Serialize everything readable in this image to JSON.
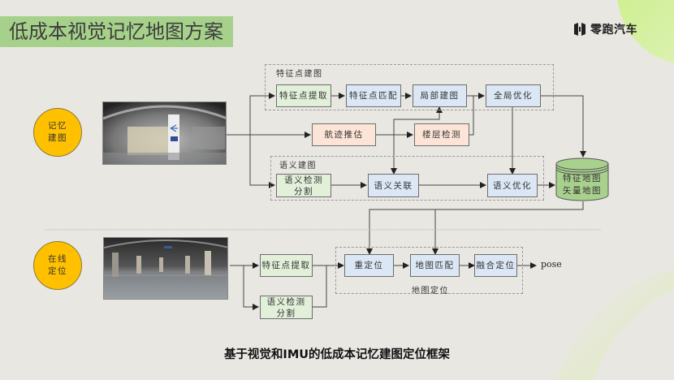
{
  "page": {
    "title": "低成本视觉记忆地图方案",
    "logo_text": "零跑汽车",
    "caption": "基于视觉和IMU的低成本记忆建图定位框架",
    "colors": {
      "title_bg": "#a6d18a",
      "circle": "#ffc000",
      "green_box": "#e2efd9",
      "blue_box": "#dbe7f5",
      "peach_box": "#fce4d6",
      "cylinder": "#a9d18e",
      "background": "#e9e7e2"
    }
  },
  "mapping": {
    "stage_label": "记忆\n建图",
    "stage_line1": "记忆",
    "stage_line2": "建图",
    "feature_group_label": "特征点建图",
    "semantic_group_label": "语义建图",
    "nodes": {
      "feature_extract": "特征点提取",
      "feature_match": "特征点匹配",
      "local_map": "局部建图",
      "global_opt": "全局优化",
      "dead_reckoning": "航迹推估",
      "floor_detect": "楼层检测",
      "sem_detect_line1": "语义检测",
      "sem_detect_line2": "分割",
      "sem_assoc": "语义关联",
      "sem_opt": "语义优化"
    },
    "map_store_line1": "特征地图",
    "map_store_line2": "矢量地图"
  },
  "localization": {
    "stage_line1": "在线",
    "stage_line2": "定位",
    "group_label": "地图定位",
    "nodes": {
      "feature_extract": "特征点提取",
      "sem_detect_line1": "语义检测",
      "sem_detect_line2": "分割",
      "relocalize": "重定位",
      "map_match": "地图匹配",
      "fusion_loc": "融合定位"
    },
    "output": "pose"
  }
}
